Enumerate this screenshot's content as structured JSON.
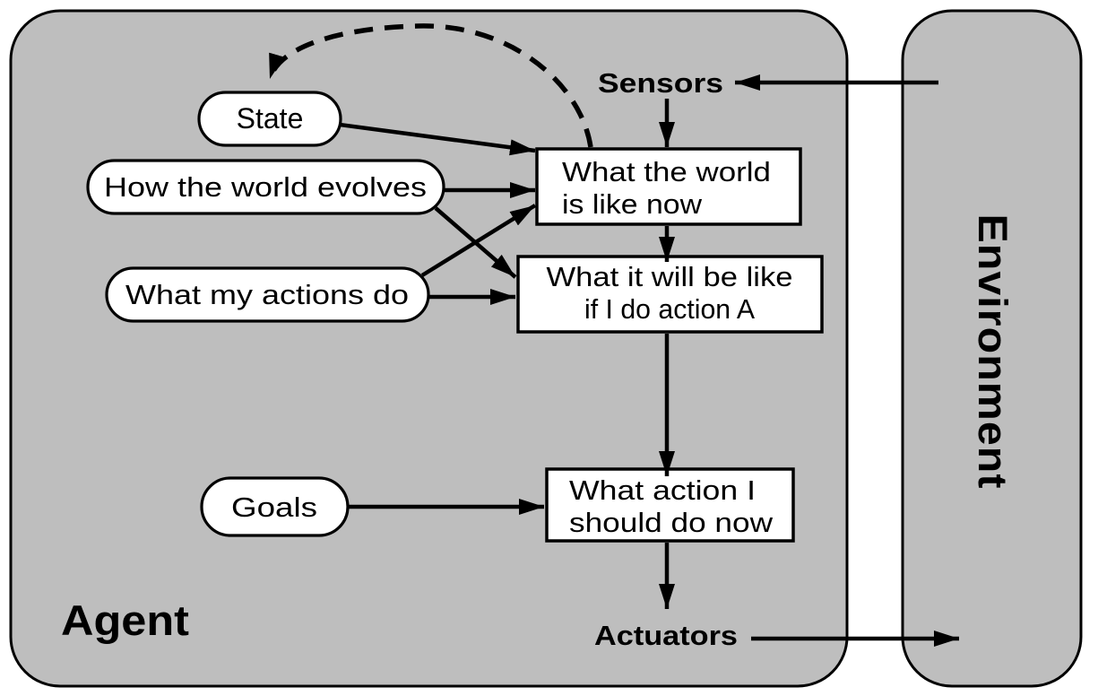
{
  "panels": {
    "agent": {
      "label": "Agent"
    },
    "environment": {
      "label": "Environment"
    }
  },
  "io": {
    "sensors": "Sensors",
    "actuators": "Actuators"
  },
  "ovals": {
    "state": {
      "label": "State"
    },
    "world_evolves": {
      "label": "How the world evolves"
    },
    "actions_effect": {
      "label": "What my actions do"
    },
    "goals": {
      "label": "Goals"
    }
  },
  "boxes": {
    "world_now": {
      "line1": "What the world",
      "line2": "is like now"
    },
    "prediction": {
      "line1": "What it will be like",
      "line2": "if I do action A"
    },
    "decision": {
      "line1": "What action I",
      "line2": "should do now"
    }
  },
  "colors": {
    "panel_fill": "#bebebe",
    "node_fill": "#ffffff",
    "stroke": "#000000",
    "background": "#ffffff"
  }
}
